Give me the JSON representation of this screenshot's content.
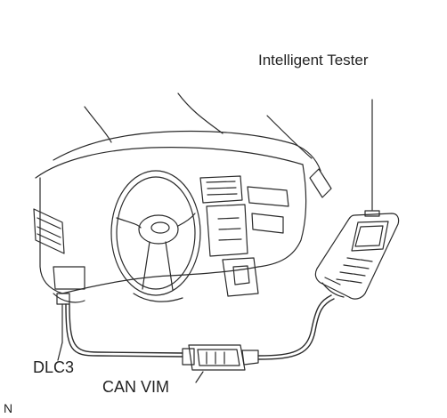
{
  "labels": {
    "intelligent_tester": "Intelligent Tester",
    "dlc3": "DLC3",
    "can_vim": "CAN VIM",
    "corner_mark": "N"
  },
  "colors": {
    "line": "#2b2b2b",
    "text": "#222222",
    "background": "#ffffff"
  }
}
